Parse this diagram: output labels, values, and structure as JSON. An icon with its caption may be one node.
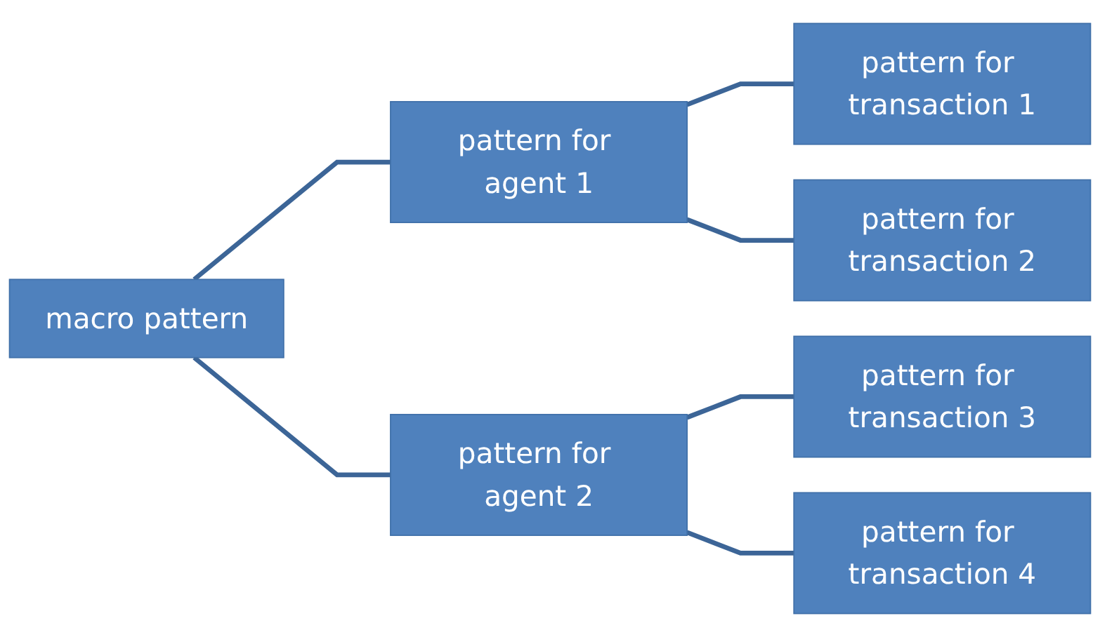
{
  "diagram": {
    "nodes": [
      {
        "text": [
          "macro pattern"
        ]
      },
      {
        "text": [
          "pattern for agent 1"
        ]
      },
      {
        "text": [
          "pattern for agent 2"
        ]
      },
      {
        "text": [
          "pattern for transaction 1"
        ]
      },
      {
        "text": [
          "pattern for transaction 2"
        ]
      },
      {
        "text": [
          "pattern for transaction 3"
        ]
      },
      {
        "text": [
          "pattern for transaction 4"
        ]
      }
    ],
    "edges": [
      {
        "from": 0,
        "to": 1,
        "arrow": "none"
      },
      {
        "from": 0,
        "to": 2,
        "arrow": "none"
      },
      {
        "from": 1,
        "to": 3,
        "arrow": "none"
      },
      {
        "from": 1,
        "to": 4,
        "arrow": "none"
      },
      {
        "from": 2,
        "to": 5,
        "arrow": "none"
      },
      {
        "from": 2,
        "to": 6,
        "arrow": "none"
      }
    ]
  }
}
